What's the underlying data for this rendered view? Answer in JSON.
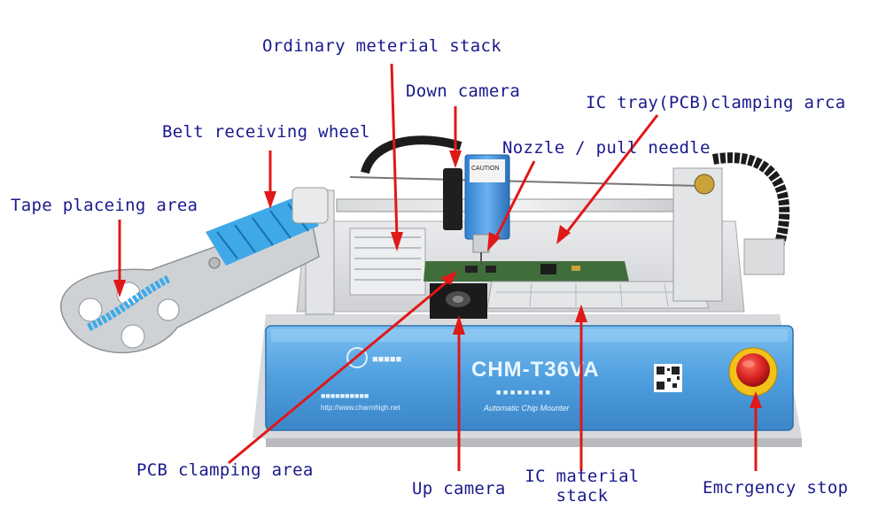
{
  "labels": {
    "ordinary_material_stack": "Ordinary meterial stack",
    "down_camera": "Down camera",
    "ic_tray_clamping": "IC tray(PCB)clamping arca",
    "belt_receiving_wheel": "Belt receiving wheel",
    "nozzle": "Nozzle / pull needle",
    "tape_placing_area": "Tape placeing area",
    "pcb_clamping_area": "PCB clamping area",
    "up_camera": "Up camera",
    "ic_material_stack_line1": "IC material",
    "ic_material_stack_line2": "stack",
    "emergency_stop": "Emcrgency stop"
  },
  "machine": {
    "model": "CHM-T36VA",
    "subtitle": "Automatic Chip Mounter",
    "url": "http://www.charmhigh.net",
    "caution": "CAUTION"
  },
  "colors": {
    "label_text": "#1a1a8c",
    "arrow": "#e01818",
    "front_panel": "#5aa9e6",
    "estop": "#d42020"
  }
}
